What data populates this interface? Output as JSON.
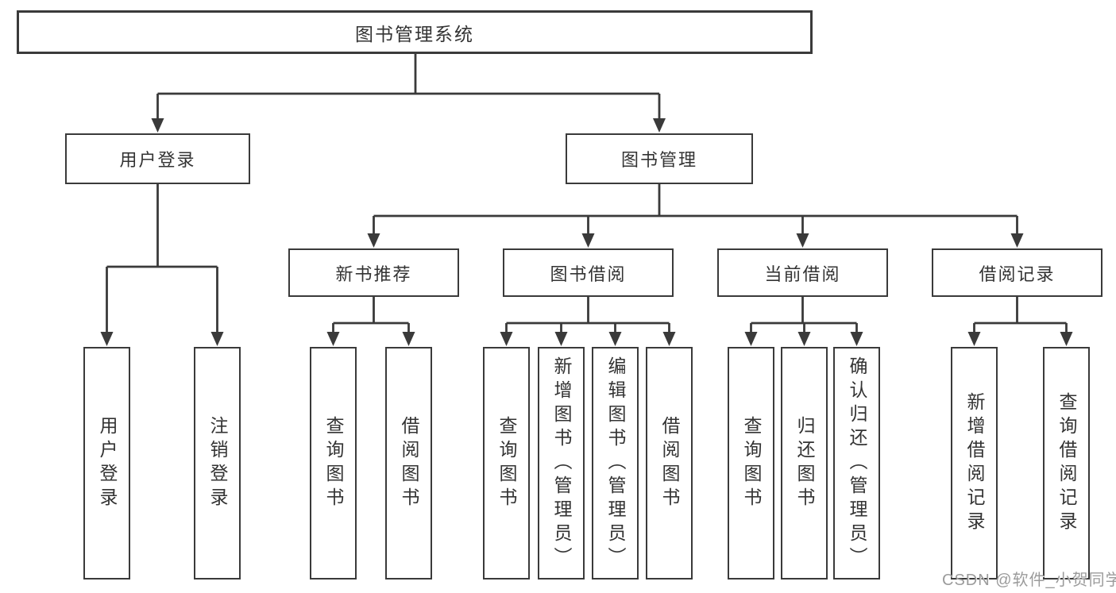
{
  "diagram": {
    "nodes": {
      "root": {
        "label": "图书管理系统"
      },
      "user_login": {
        "label": "用户登录"
      },
      "book_mgmt": {
        "label": "图书管理"
      },
      "new_book_rec": {
        "label": "新书推荐"
      },
      "book_borrow": {
        "label": "图书借阅"
      },
      "current_borrow": {
        "label": "当前借阅"
      },
      "borrow_records": {
        "label": "借阅记录"
      },
      "leaf_user_login": {
        "label": "用户登录"
      },
      "leaf_logout": {
        "label": "注销登录"
      },
      "leaf_newrec_query_book": {
        "label": "查询图书"
      },
      "leaf_newrec_borrow_book": {
        "label": "借阅图书"
      },
      "leaf_borrow_query_book": {
        "label": "查询图书"
      },
      "leaf_borrow_add_book": {
        "label": "新增图书（管理员）"
      },
      "leaf_borrow_edit_book": {
        "label": "编辑图书（管理员）"
      },
      "leaf_borrow_borrow_book": {
        "label": "借阅图书"
      },
      "leaf_current_query_book": {
        "label": "查询图书"
      },
      "leaf_current_return_book": {
        "label": "归还图书"
      },
      "leaf_current_confirm_return": {
        "label": "确认归还（管理员）"
      },
      "leaf_records_add_record": {
        "label": "新增借阅记录"
      },
      "leaf_records_query_record": {
        "label": "查询借阅记录"
      }
    },
    "hierarchy": [
      {
        "parent": "图书管理系统",
        "children": [
          "用户登录",
          "图书管理"
        ]
      },
      {
        "parent": "用户登录",
        "children": [
          "用户登录",
          "注销登录"
        ]
      },
      {
        "parent": "图书管理",
        "children": [
          "新书推荐",
          "图书借阅",
          "当前借阅",
          "借阅记录"
        ]
      },
      {
        "parent": "新书推荐",
        "children": [
          "查询图书",
          "借阅图书"
        ]
      },
      {
        "parent": "图书借阅",
        "children": [
          "查询图书",
          "新增图书（管理员）",
          "编辑图书（管理员）",
          "借阅图书"
        ]
      },
      {
        "parent": "当前借阅",
        "children": [
          "查询图书",
          "归还图书",
          "确认归还（管理员）"
        ]
      },
      {
        "parent": "借阅记录",
        "children": [
          "新增借阅记录",
          "查询借阅记录"
        ]
      }
    ]
  },
  "watermark": {
    "text": "CSDN @软件_小贺同学"
  },
  "colors": {
    "line": "#3a3a3a",
    "text": "#333333",
    "watermark": "#9b9b9b",
    "background": "#ffffff"
  }
}
